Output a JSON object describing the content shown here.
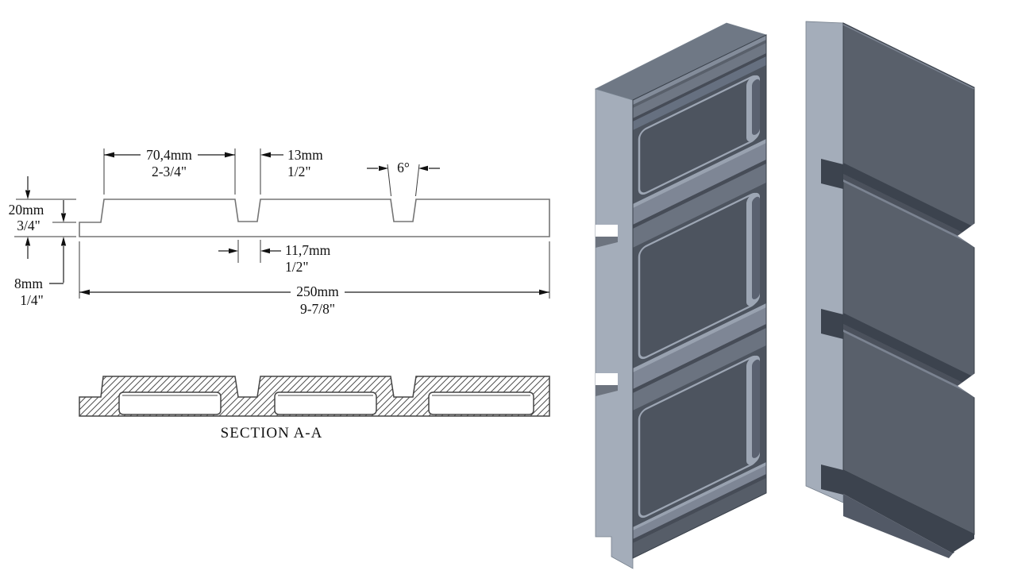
{
  "drawing": {
    "dimensions": {
      "slat_width": {
        "metric": "70,4mm",
        "imperial": "2-3/4\""
      },
      "groove_top_width": {
        "metric": "13mm",
        "imperial": "1/2\""
      },
      "groove_angle": "6°",
      "panel_thickness": {
        "metric": "20mm",
        "imperial": "3/4\""
      },
      "base_thickness": {
        "metric": "8mm",
        "imperial": "1/4\""
      },
      "groove_bottom_width": {
        "metric": "11,7mm",
        "imperial": "1/2\""
      },
      "panel_width": {
        "metric": "250mm",
        "imperial": "9-7/8\""
      }
    },
    "section_label": "SECTION  A-A"
  },
  "colors": {
    "line_dark": "#1c1c1c",
    "line_profile": "#757575",
    "edge_light": "#a4adba",
    "face": "#59606b",
    "face_top": "#6f7885",
    "pocket": "#4d545f",
    "shadow": "#3c434e",
    "web_light": "#7e8695",
    "web_bright": "#99a2b0",
    "frame_light": "#9da6b4",
    "dark_line": "#464c57"
  }
}
